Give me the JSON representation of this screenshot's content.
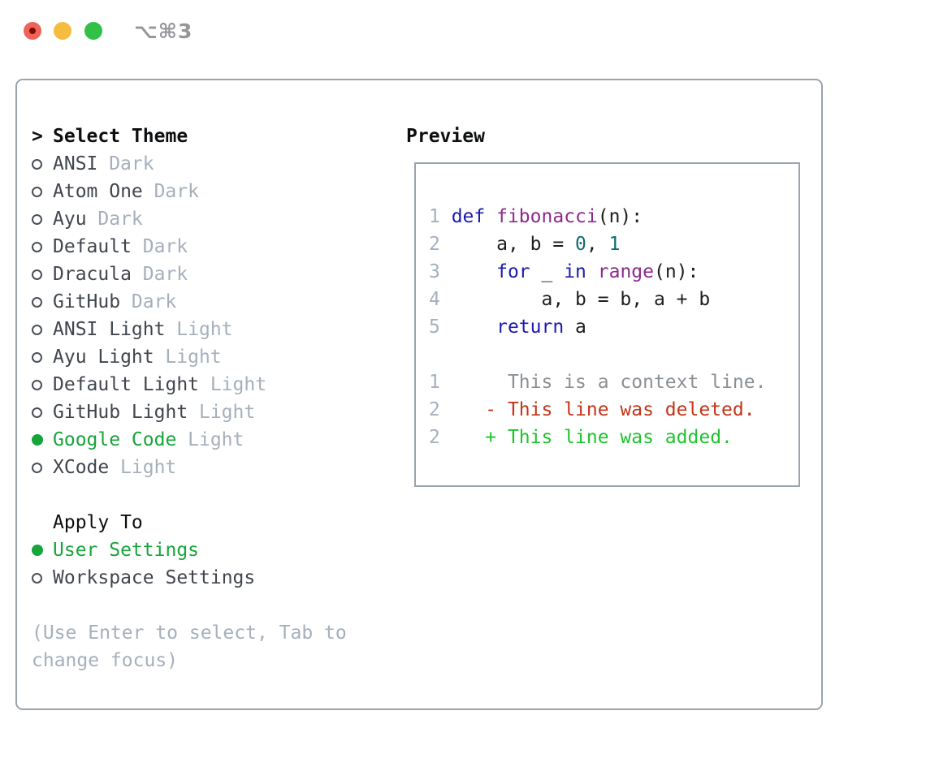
{
  "window": {
    "shortcut": "⌥⌘3",
    "traffic_lights": [
      {
        "name": "close",
        "color": "#f0635a",
        "dot_color": "#7e0d05"
      },
      {
        "name": "minimize",
        "color": "#f5bd3f"
      },
      {
        "name": "zoom",
        "color": "#32c146"
      }
    ]
  },
  "colors": {
    "panel_border": "#9aa3ae",
    "selected_green": "#16a53a",
    "muted_gray": "#a6afbc",
    "keyword_blue": "#1a1ab2",
    "function_purple": "#8d2a8d",
    "number_teal": "#0e6e6e",
    "deleted_red": "#c43519",
    "added_green": "#1fc32e"
  },
  "theme_panel": {
    "pointer": ">",
    "title": "Select Theme",
    "items": [
      {
        "name": "ANSI",
        "variant": "Dark",
        "selected": false
      },
      {
        "name": "Atom One",
        "variant": "Dark",
        "selected": false
      },
      {
        "name": "Ayu",
        "variant": "Dark",
        "selected": false
      },
      {
        "name": "Default",
        "variant": "Dark",
        "selected": false
      },
      {
        "name": "Dracula",
        "variant": "Dark",
        "selected": false
      },
      {
        "name": "GitHub",
        "variant": "Dark",
        "selected": false
      },
      {
        "name": "ANSI Light",
        "variant": "Light",
        "selected": false
      },
      {
        "name": "Ayu Light",
        "variant": "Light",
        "selected": false
      },
      {
        "name": "Default Light",
        "variant": "Light",
        "selected": false
      },
      {
        "name": "GitHub Light",
        "variant": "Light",
        "selected": false
      },
      {
        "name": "Google Code",
        "variant": "Light",
        "selected": true
      },
      {
        "name": "XCode",
        "variant": "Light",
        "selected": false
      }
    ],
    "apply_to": {
      "title": "Apply To",
      "options": [
        {
          "label": "User Settings",
          "selected": true
        },
        {
          "label": "Workspace Settings",
          "selected": false
        }
      ]
    },
    "hint": "(Use Enter to select, Tab to change focus)"
  },
  "preview": {
    "title": "Preview",
    "lines": [
      [
        {
          "t": "1 ",
          "c": "lineno"
        },
        {
          "t": "def",
          "c": "keyword"
        },
        {
          "t": " ",
          "c": "plain"
        },
        {
          "t": "fibonacci",
          "c": "function"
        },
        {
          "t": "(n):",
          "c": "plain"
        }
      ],
      [
        {
          "t": "2 ",
          "c": "lineno"
        },
        {
          "t": "    a, b = ",
          "c": "plain"
        },
        {
          "t": "0",
          "c": "number"
        },
        {
          "t": ", ",
          "c": "plain"
        },
        {
          "t": "1",
          "c": "number"
        }
      ],
      [
        {
          "t": "3 ",
          "c": "lineno"
        },
        {
          "t": "    ",
          "c": "plain"
        },
        {
          "t": "for",
          "c": "keyword"
        },
        {
          "t": " _ ",
          "c": "plain"
        },
        {
          "t": "in",
          "c": "keyword"
        },
        {
          "t": " ",
          "c": "plain"
        },
        {
          "t": "range",
          "c": "function"
        },
        {
          "t": "(n):",
          "c": "plain"
        }
      ],
      [
        {
          "t": "4 ",
          "c": "lineno"
        },
        {
          "t": "        a, b = b, a + b",
          "c": "plain"
        }
      ],
      [
        {
          "t": "5 ",
          "c": "lineno"
        },
        {
          "t": "    ",
          "c": "plain"
        },
        {
          "t": "return",
          "c": "keyword"
        },
        {
          "t": " a",
          "c": "plain"
        }
      ],
      [],
      [
        {
          "t": "1 ",
          "c": "lineno"
        },
        {
          "t": "     This is a context line.",
          "c": "context"
        }
      ],
      [
        {
          "t": "2 ",
          "c": "lineno"
        },
        {
          "t": "   - This line was deleted.",
          "c": "deleted"
        }
      ],
      [
        {
          "t": "2 ",
          "c": "lineno"
        },
        {
          "t": "   + This line was added.",
          "c": "added"
        }
      ]
    ]
  }
}
